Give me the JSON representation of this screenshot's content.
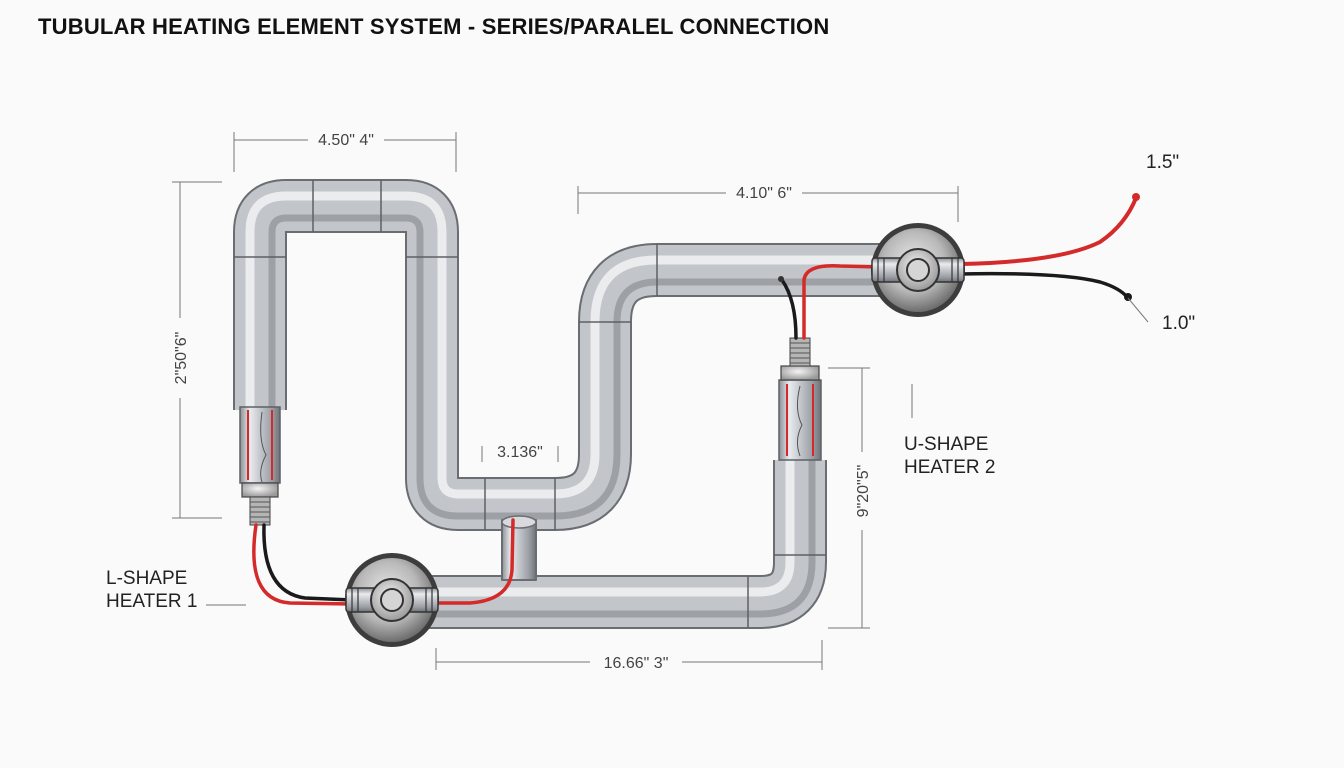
{
  "title": "TUBULAR HEATING ELEMENT SYSTEM - SERIES/PARALEL CONNECTION",
  "dimensions": {
    "top_left_width": "4.50\" 4\"",
    "top_right_width": "4.10\" 6\"",
    "left_height": "2\"50\"6\"",
    "center_gap": "3.136\"",
    "right_height": "9\"20\"5\"",
    "bottom_width": "16.66\" 3\""
  },
  "wire_labels": {
    "red_lead": "1.5\"",
    "black_lead": "1.0\""
  },
  "heater_labels": {
    "heater1_line1": "L-SHAPE",
    "heater1_line2": "HEATER 1",
    "heater2_line1": "U-SHAPE",
    "heater2_line2": "HEATER 2"
  },
  "colors": {
    "wire_red": "#d42a2a",
    "wire_black": "#1a1a1a",
    "tube_metal": "#bfc3c8"
  }
}
